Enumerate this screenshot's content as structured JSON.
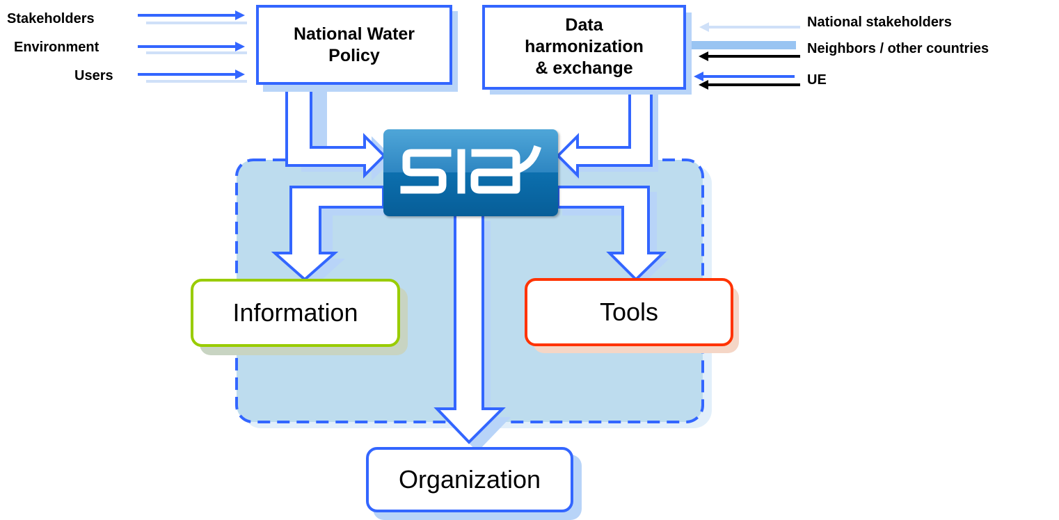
{
  "inputs_left": [
    "Stakeholders",
    "Environment",
    "Users"
  ],
  "inputs_right": [
    "National stakeholders",
    "Neighbors / other countries",
    "UE"
  ],
  "boxes": {
    "policy": [
      "National Water",
      "Policy"
    ],
    "data": [
      "Data",
      "harmonization",
      "& exchange"
    ],
    "information": "Information",
    "tools": "Tools",
    "organization": "Organization"
  },
  "logo_icon": "sia-logo",
  "colors": {
    "arrow_blue": "#3366ff",
    "light_blue": "#b8d4f8",
    "region_fill": "#bddcee",
    "information_border": "#99cc00",
    "tools_border": "#ff3300",
    "logo_top": "#3d94cc",
    "logo_bottom": "#0a6aa8"
  }
}
